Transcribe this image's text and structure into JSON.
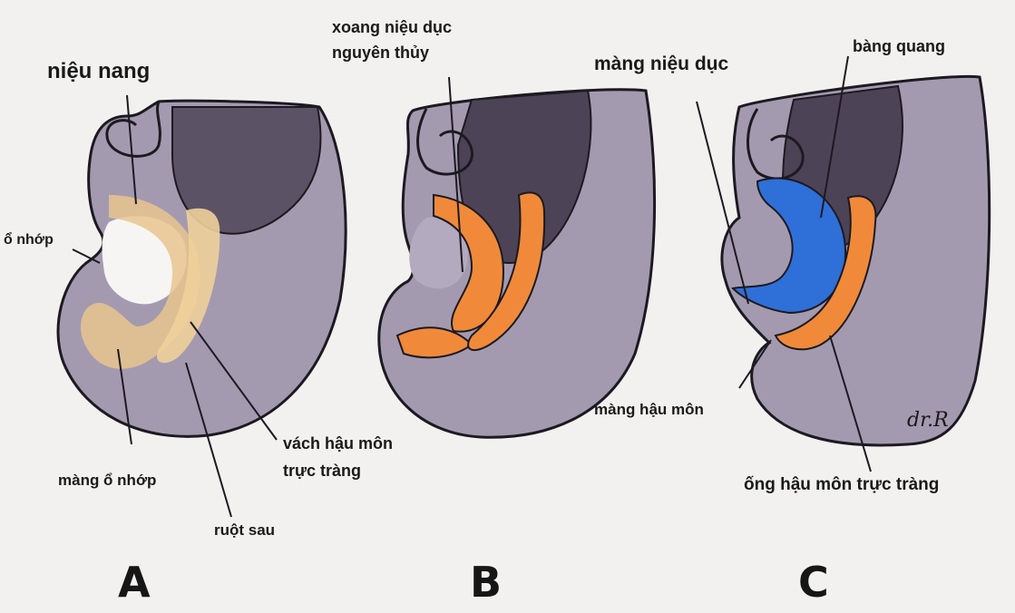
{
  "panels": [
    {
      "letter": "A",
      "labels": {
        "allantois": "niệu nang",
        "cloaca": "ổ nhớp",
        "cloacal_membrane": "màng ổ nhớp",
        "urorectal_septum_1": "vách hậu môn",
        "urorectal_septum_2": "trực tràng",
        "hindgut": "ruột sau"
      }
    },
    {
      "letter": "B",
      "labels": {
        "urogenital_sinus_1": "xoang niệu dục",
        "urogenital_sinus_2": "nguyên thủy"
      }
    },
    {
      "letter": "C",
      "labels": {
        "urogenital_membrane": "màng niệu dục",
        "bladder": "bàng quang",
        "anal_membrane": "màng hậu môn",
        "anorectal_canal": "ống hậu môn trực tràng"
      },
      "signature": "dr.R"
    }
  ],
  "colors": {
    "embryo_body": "#9c8fa8",
    "embryo_dark": "#4d4356",
    "endoderm_A": "#e9c48e",
    "endoderm_B": "#f08a3a",
    "bladder": "#2f6fd8",
    "outline": "#1c1a20"
  }
}
